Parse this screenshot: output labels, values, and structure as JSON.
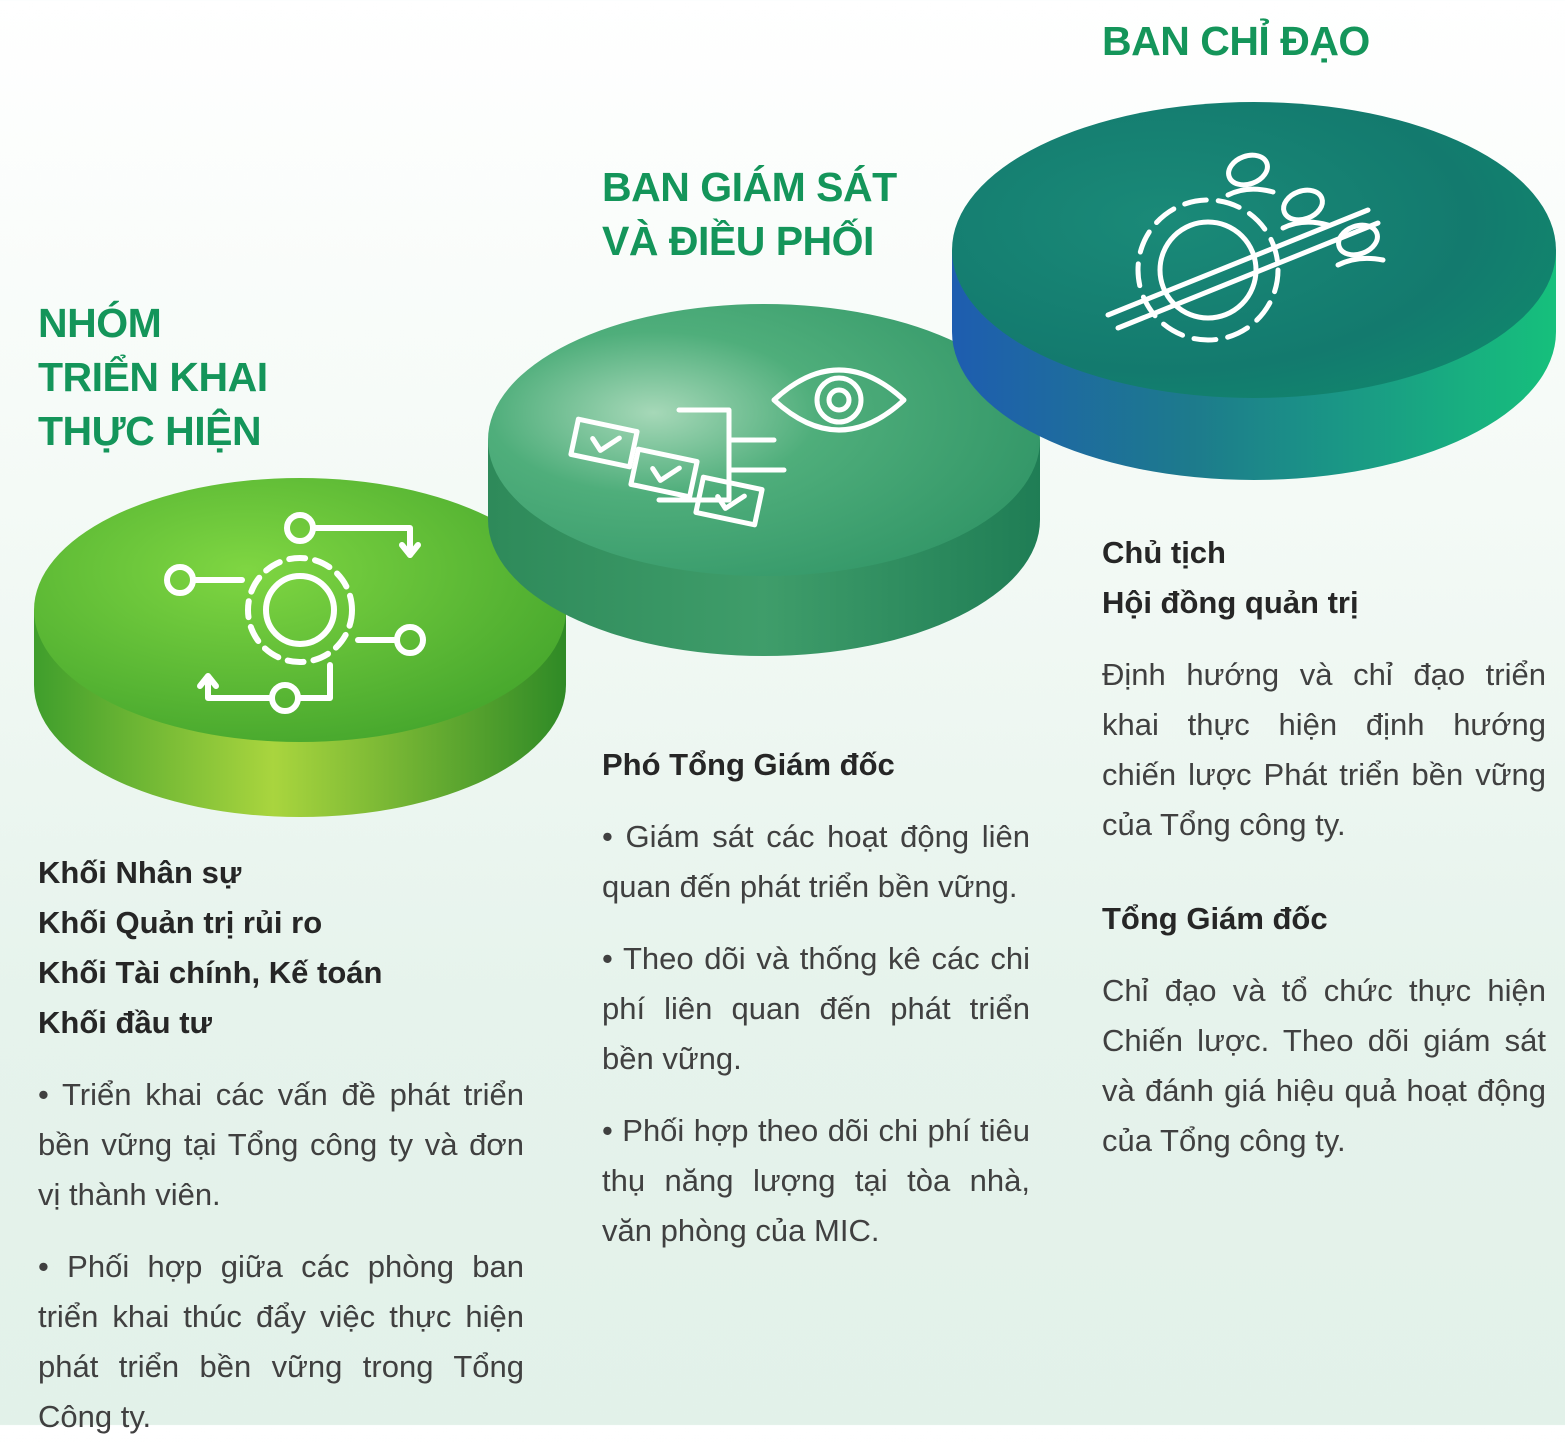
{
  "tiers": {
    "executive": {
      "heading": "BAN CHỈ ĐẠO",
      "icon": "gear-people-icon",
      "roles": [
        {
          "title_lines": [
            "Chủ tịch",
            "Hội đồng quản trị"
          ],
          "description": "Định hướng và chỉ đạo triển khai thực hiện định hướng chiến lược Phát triển bền vững của Tổng công ty."
        },
        {
          "title_lines": [
            "Tổng Giám đốc"
          ],
          "description": "Chỉ đạo và tổ chức thực hiện Chiến lược. Theo dõi giám sát và đánh giá hiệu quả hoạt động của Tổng công ty."
        }
      ]
    },
    "supervision": {
      "heading": "BAN GIÁM SÁT\nVÀ ĐIỀU PHỐI",
      "icon": "eye-checklist-icon",
      "title": "Phó Tổng Giám đốc",
      "bullets": [
        "• Giám sát các hoạt động liên quan đến phát triển bền vững.",
        "• Theo dõi và thống kê các chi phí liên quan đến phát triển bền vững.",
        "• Phối hợp theo dõi chi phí tiêu thụ năng lượng tại tòa nhà, văn phòng của MIC."
      ]
    },
    "implementation": {
      "heading": "NHÓM\nTRIỂN KHAI\nTHỰC HIỆN",
      "icon": "gear-workflow-icon",
      "title_lines": [
        "Khối Nhân sự",
        "Khối Quản trị rủi ro",
        "Khối Tài chính, Kế toán",
        "Khối đầu tư"
      ],
      "bullets": [
        "• Triển khai các vấn đề phát triển bền vững tại Tổng công ty và đơn vị thành viên.",
        "• Phối hợp giữa các phòng ban triển khai thúc đẩy việc thực hiện phát triển bền vững trong Tổng Công ty."
      ]
    }
  },
  "colors": {
    "heading": "#14955a",
    "disc_light_green": "#5fc43a",
    "disc_teal": "#3aa575",
    "disc_blue_green": "#139a77"
  }
}
